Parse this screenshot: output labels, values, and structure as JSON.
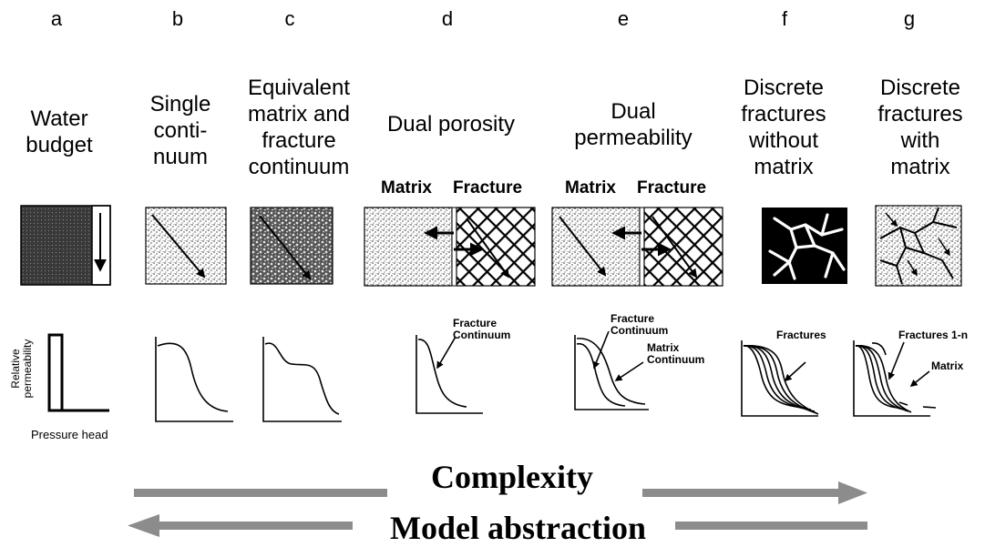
{
  "columns": [
    {
      "letter": "a",
      "title": "Water\nbudget"
    },
    {
      "letter": "b",
      "title": "Single\nconti-\nnuum"
    },
    {
      "letter": "c",
      "title": "Equivalent\nmatrix and\nfracture\ncontinuum"
    },
    {
      "letter": "d",
      "title": "Dual porosity",
      "sub_left": "Matrix",
      "sub_right": "Fracture"
    },
    {
      "letter": "e",
      "title": "Dual\npermeability",
      "sub_left": "Matrix",
      "sub_right": "Fracture"
    },
    {
      "letter": "f",
      "title": "Discrete\nfractures\nwithout\nmatrix"
    },
    {
      "letter": "g",
      "title": "Discrete\nfractures\nwith\nmatrix"
    }
  ],
  "graph_labels": {
    "y_axis": "Relative\npermeability",
    "x_axis": "Pressure head",
    "d_fracture": "Fracture\nContinuum",
    "e_fracture": "Fracture\nContinuum",
    "e_matrix": "Matrix\nContinuum",
    "f_fractures": "Fractures",
    "g_fractures": "Fractures 1-n",
    "g_matrix": "Matrix"
  },
  "bottom": {
    "complexity": "Complexity",
    "abstraction": "Model abstraction"
  },
  "colors": {
    "arrow_gray": "#8c8c8c",
    "line": "#000000"
  }
}
